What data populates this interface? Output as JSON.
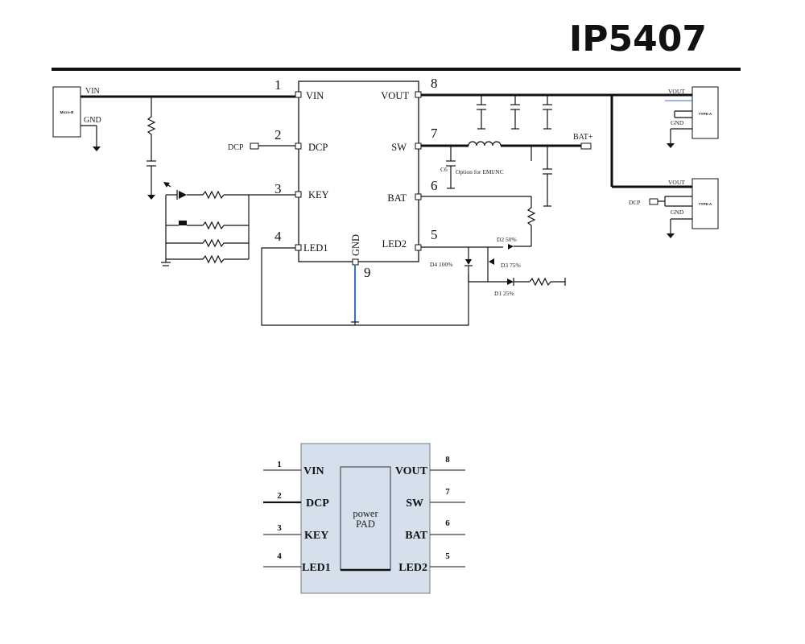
{
  "title": "IP5407",
  "schematic": {
    "chip_pins": [
      {
        "num": "1",
        "name": "VIN"
      },
      {
        "num": "2",
        "name": "DCP"
      },
      {
        "num": "3",
        "name": "KEY"
      },
      {
        "num": "4",
        "name": "LED1"
      },
      {
        "num": "8",
        "name": "VOUT"
      },
      {
        "num": "7",
        "name": "SW"
      },
      {
        "num": "6",
        "name": "BAT"
      },
      {
        "num": "5",
        "name": "LED2"
      }
    ],
    "gnd_pin": {
      "num": "9",
      "name": "GND"
    },
    "input_connector": {
      "label": "Micro-B",
      "vin": "VIN",
      "gnd": "GND"
    },
    "dcp_port": "DCP",
    "bat_label": "BAT+",
    "cap_label": "C6",
    "emi_note": "Option for EMI/NC",
    "leds": {
      "d1": "D1 25%",
      "d2": "D2 50%",
      "d3": "D3 75%",
      "d4": "D4 100%"
    },
    "usb_a1": {
      "label": "TYPE-A",
      "vout": "VOUT",
      "gnd": "GND"
    },
    "usb_a2": {
      "label": "TYPE-A",
      "vout": "VOUT",
      "gnd": "GND",
      "dcp": "DCP"
    }
  },
  "package": {
    "pad_line1": "power",
    "pad_line2": "PAD",
    "left_pins": [
      {
        "num": "1",
        "name": "VIN"
      },
      {
        "num": "2",
        "name": "DCP"
      },
      {
        "num": "3",
        "name": "KEY"
      },
      {
        "num": "4",
        "name": "LED1"
      }
    ],
    "right_pins": [
      {
        "num": "8",
        "name": "VOUT"
      },
      {
        "num": "7",
        "name": "SW"
      },
      {
        "num": "6",
        "name": "BAT"
      },
      {
        "num": "5",
        "name": "LED2"
      }
    ]
  },
  "colors": {
    "ink": "#111111",
    "package_fill": "#d6e0ec",
    "accent_blue": "#3a6fc4"
  }
}
